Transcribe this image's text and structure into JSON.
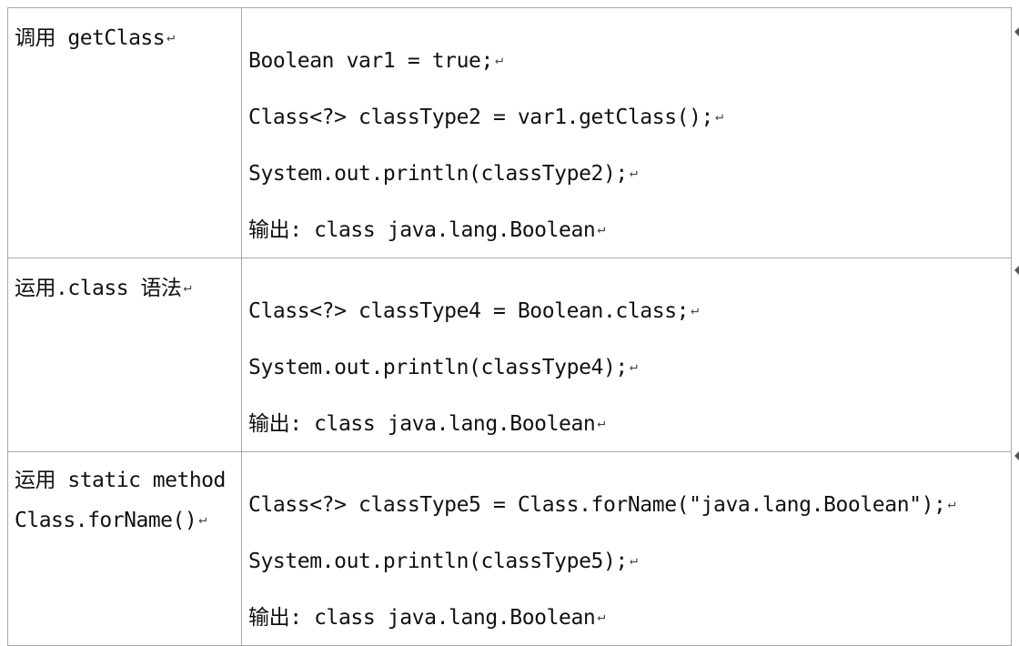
{
  "paragraph_mark": "↵",
  "rows": [
    {
      "label_lines": [
        "调用 getClass"
      ],
      "code_lines": [
        "Boolean var1 = true;",
        "Class<?> classType2 = var1.getClass();",
        "System.out.println(classType2);",
        "输出: class java.lang.Boolean"
      ]
    },
    {
      "label_lines": [
        "运用.class 语法"
      ],
      "code_lines": [
        "Class<?> classType4 = Boolean.class;",
        "System.out.println(classType4);",
        "输出: class java.lang.Boolean"
      ]
    },
    {
      "label_lines": [
        "运用 static method",
        "Class.forName()"
      ],
      "code_lines": [
        "Class<?> classType5 = Class.forName(\"java.lang.Boolean\");",
        "System.out.println(classType5);",
        "输出: class java.lang.Boolean"
      ]
    }
  ]
}
